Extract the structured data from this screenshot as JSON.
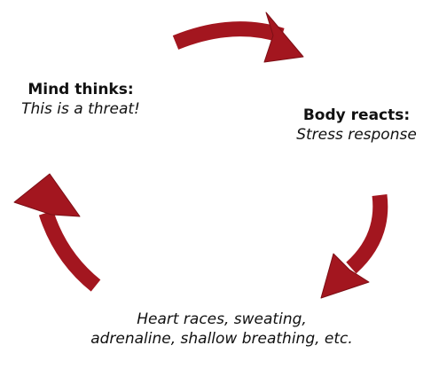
{
  "diagram": {
    "nodes": [
      {
        "id": "mind",
        "heading": "Mind thinks:",
        "detail": "This is a threat!"
      },
      {
        "id": "body",
        "heading": "Body reacts:",
        "detail": "Stress response"
      },
      {
        "id": "symptoms",
        "line1": "Heart races, sweating,",
        "line2": "adrenaline, shallow breathing, etc."
      }
    ],
    "arrow_color": "#a3161f",
    "arrow_edge_color": "#7c0f16",
    "flow": "clockwise"
  }
}
